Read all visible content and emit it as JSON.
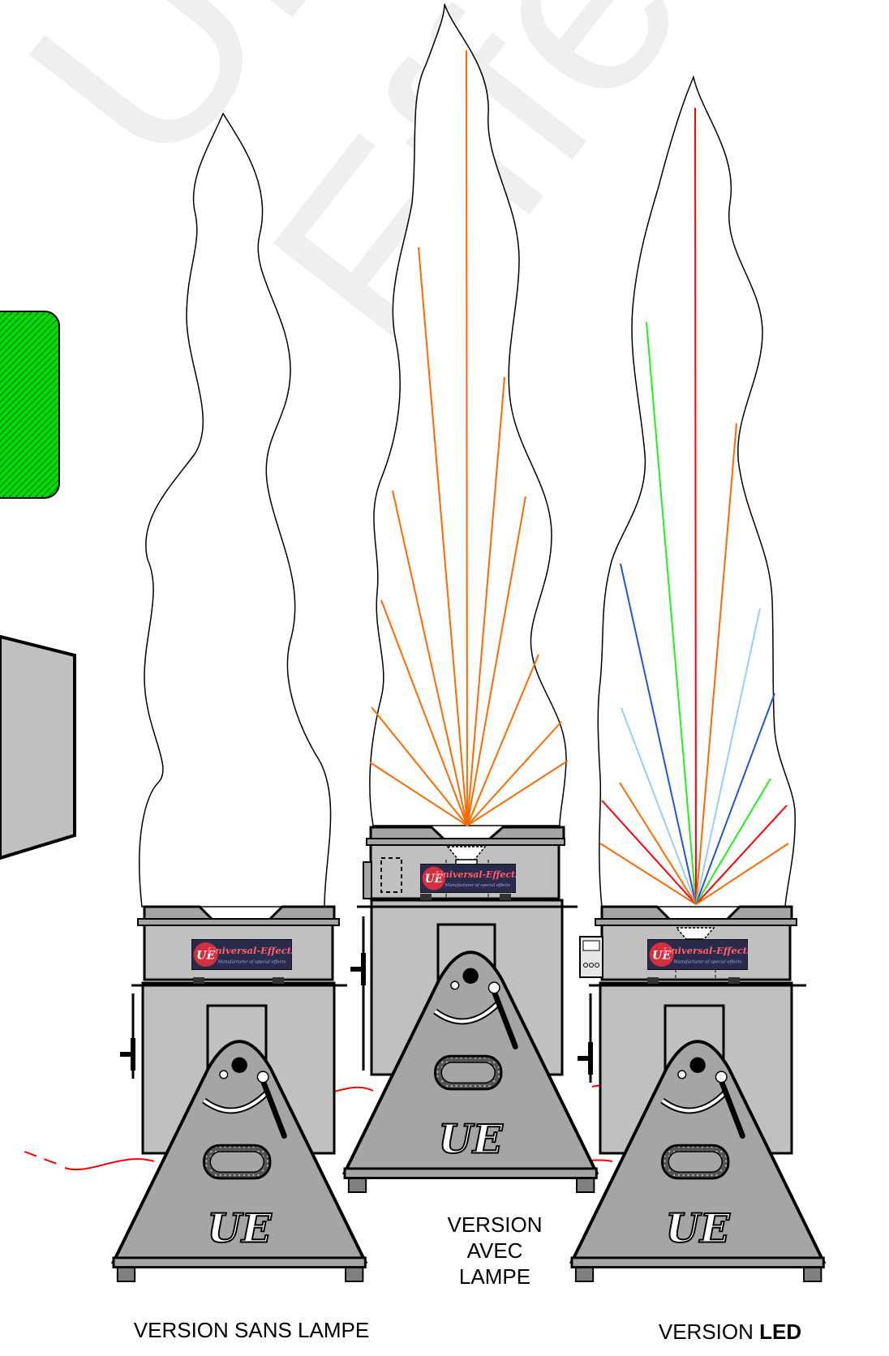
{
  "captions": {
    "left": "VERSION SANS LAMPE",
    "middle_line1": "VERSION",
    "middle_line2": "AVEC LAMPE",
    "right_prefix": "VERSION ",
    "right_bold": "LED"
  },
  "logo": {
    "badge": "UE",
    "text": "Universal-Effects",
    "tagline": "Manufacturer of special effects"
  },
  "colors": {
    "body": "#c0c0c0",
    "body_dark": "#a5a5a5",
    "outline": "#000000",
    "beam_orange": "#ff6a00",
    "beam_red": "#ff0000",
    "beam_green": "#22ee22",
    "beam_blue": "#2255dd",
    "beam_lightblue": "#99ccff",
    "cable": "#ff0000",
    "green_panel": "#00dd00"
  },
  "icons": [
    "logo-plate-icon",
    "ue-monogram-icon",
    "control-box-icon",
    "handle-icon",
    "lever-icon"
  ]
}
